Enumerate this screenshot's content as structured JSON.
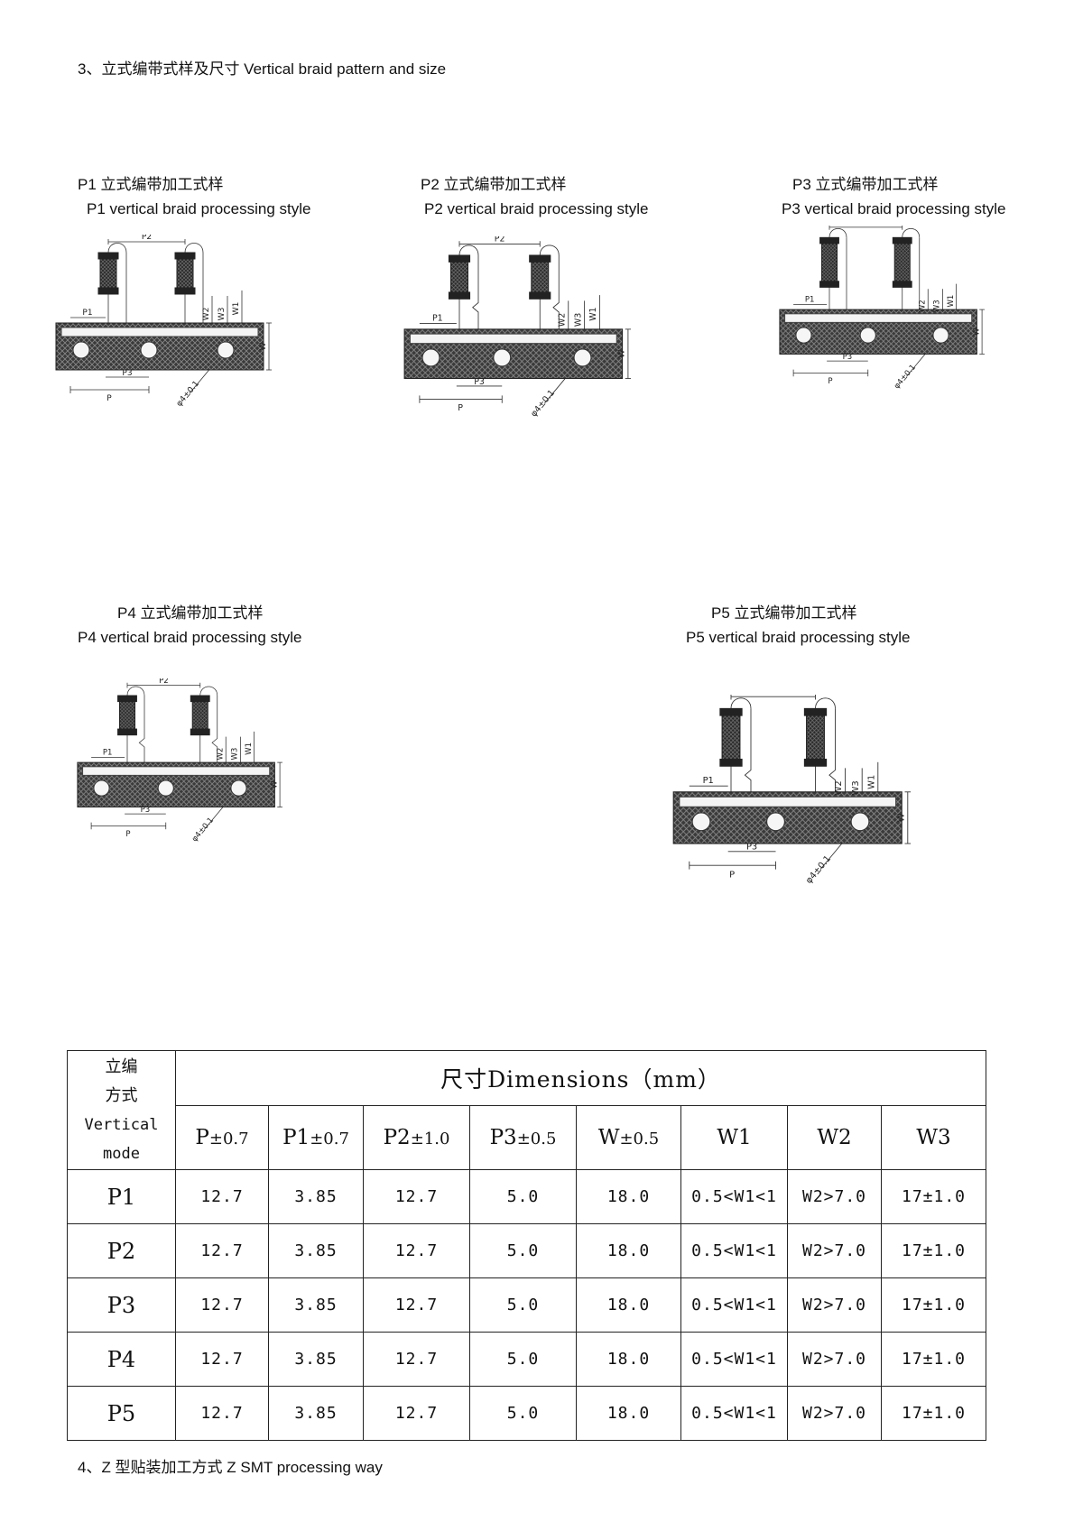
{
  "section3_heading": "3、立式编带式样及尺寸 Vertical braid pattern and size",
  "section4_heading": "4、Z 型贴装加工方式 Z SMT processing way",
  "figure_labels": {
    "p": "P",
    "p1": "P1",
    "p2": "P2",
    "p3": "P3",
    "w": "W",
    "w1": "W1",
    "w2": "W2",
    "w3": "W3",
    "hole": "φ4±0.1"
  },
  "styles": [
    {
      "zh": "P1 立式编带加工式样",
      "en": "P1 vertical braid processing style"
    },
    {
      "zh": "P2 立式编带加工式样",
      "en": "P2 vertical braid processing style"
    },
    {
      "zh": "P3 立式编带加工式样",
      "en": "P3 vertical braid processing style"
    },
    {
      "zh": "P4 立式编带加工式样",
      "en": "P4 vertical braid processing style"
    },
    {
      "zh": "P5 立式编带加工式样",
      "en": "P5 vertical braid processing style"
    }
  ],
  "table": {
    "mode_header": {
      "line1": "立编",
      "line2": "方式",
      "line3": "Vertical",
      "line4": "mode"
    },
    "dimensions_title": "尺寸Dimensions（mm）",
    "columns": [
      {
        "name": "P",
        "tol": "±0.7"
      },
      {
        "name": "P1",
        "tol": "±0.7"
      },
      {
        "name": "P2",
        "tol": "±1.0"
      },
      {
        "name": "P3",
        "tol": "±0.5"
      },
      {
        "name": "W",
        "tol": "±0.5"
      },
      {
        "name": "W1",
        "tol": ""
      },
      {
        "name": "W2",
        "tol": ""
      },
      {
        "name": "W3",
        "tol": ""
      }
    ],
    "rows": [
      {
        "mode": "P1",
        "cells": [
          "12.7",
          "3.85",
          "12.7",
          "5.0",
          "18.0",
          "0.5<W1<1",
          "W2>7.0",
          "17±1.0"
        ]
      },
      {
        "mode": "P2",
        "cells": [
          "12.7",
          "3.85",
          "12.7",
          "5.0",
          "18.0",
          "0.5<W1<1",
          "W2>7.0",
          "17±1.0"
        ]
      },
      {
        "mode": "P3",
        "cells": [
          "12.7",
          "3.85",
          "12.7",
          "5.0",
          "18.0",
          "0.5<W1<1",
          "W2>7.0",
          "17±1.0"
        ]
      },
      {
        "mode": "P4",
        "cells": [
          "12.7",
          "3.85",
          "12.7",
          "5.0",
          "18.0",
          "0.5<W1<1",
          "W2>7.0",
          "17±1.0"
        ]
      },
      {
        "mode": "P5",
        "cells": [
          "12.7",
          "3.85",
          "12.7",
          "5.0",
          "18.0",
          "0.5<W1<1",
          "W2>7.0",
          "17±1.0"
        ]
      }
    ]
  }
}
